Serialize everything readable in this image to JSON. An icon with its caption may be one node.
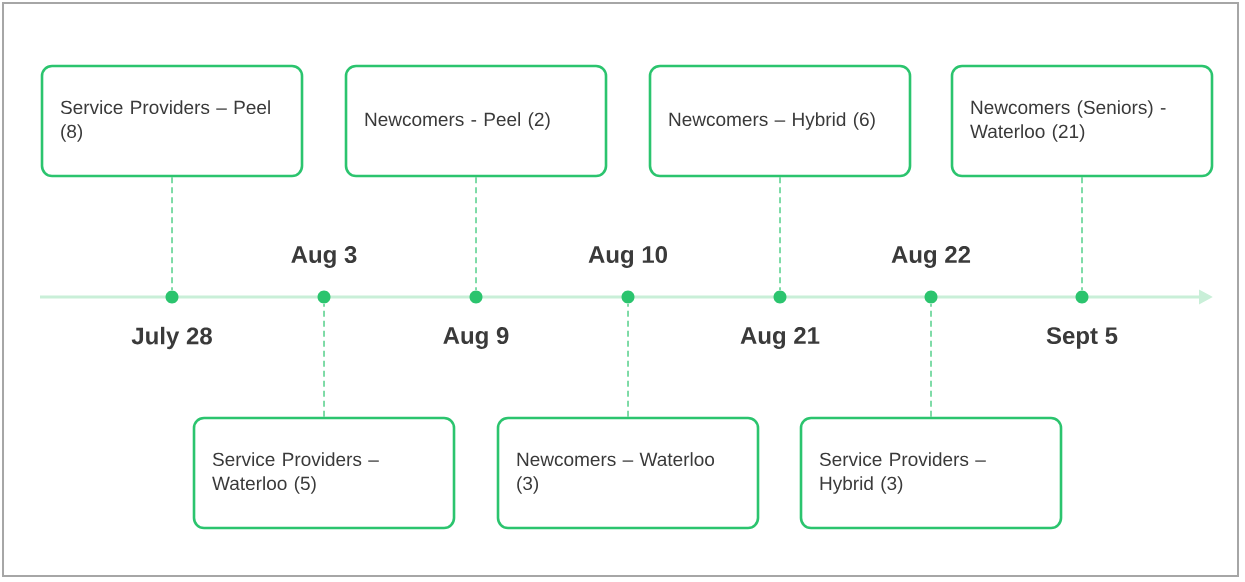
{
  "diagram": {
    "nodes": [
      {
        "text": [
          "Service Providers – Peel (8)"
        ]
      },
      {
        "text": [
          "Service Providers – Waterloo (5)"
        ]
      },
      {
        "text": [
          "Newcomers - Peel (2)"
        ]
      },
      {
        "text": [
          "Newcomers – Waterloo (3)"
        ]
      },
      {
        "text": [
          "Newcomers – Hybrid (6)"
        ]
      },
      {
        "text": [
          "Service Providers – Hybrid (3)"
        ]
      },
      {
        "text": [
          "Newcomers (Seniors) - Waterloo (21)"
        ]
      },
      {
        "text": [],
        "shape": "circle",
        "beside": [
          "July 28"
        ]
      },
      {
        "text": [],
        "shape": "circle",
        "beside": [
          "Aug 3"
        ]
      },
      {
        "text": [],
        "shape": "circle",
        "beside": [
          "Aug 9"
        ]
      },
      {
        "text": [],
        "shape": "circle",
        "beside": [
          "Aug 10"
        ]
      },
      {
        "text": [],
        "shape": "circle",
        "beside": [
          "Aug 21"
        ]
      },
      {
        "text": [],
        "shape": "circle",
        "beside": [
          "Aug 22"
        ]
      },
      {
        "text": [],
        "shape": "circle",
        "beside": [
          "Sept 5"
        ]
      }
    ],
    "edges": [
      {
        "from": 0,
        "to": 7,
        "arrow": "none",
        "style": "dashed"
      },
      {
        "from": 1,
        "to": 8,
        "arrow": "none",
        "style": "dashed"
      },
      {
        "from": 2,
        "to": 9,
        "arrow": "none",
        "style": "dashed"
      },
      {
        "from": 3,
        "to": 10,
        "arrow": "none",
        "style": "dashed"
      },
      {
        "from": 4,
        "to": 11,
        "arrow": "none",
        "style": "dashed"
      },
      {
        "from": 5,
        "to": 12,
        "arrow": "none",
        "style": "dashed"
      },
      {
        "from": 6,
        "to": 13,
        "arrow": "none",
        "style": "dashed"
      }
    ]
  }
}
